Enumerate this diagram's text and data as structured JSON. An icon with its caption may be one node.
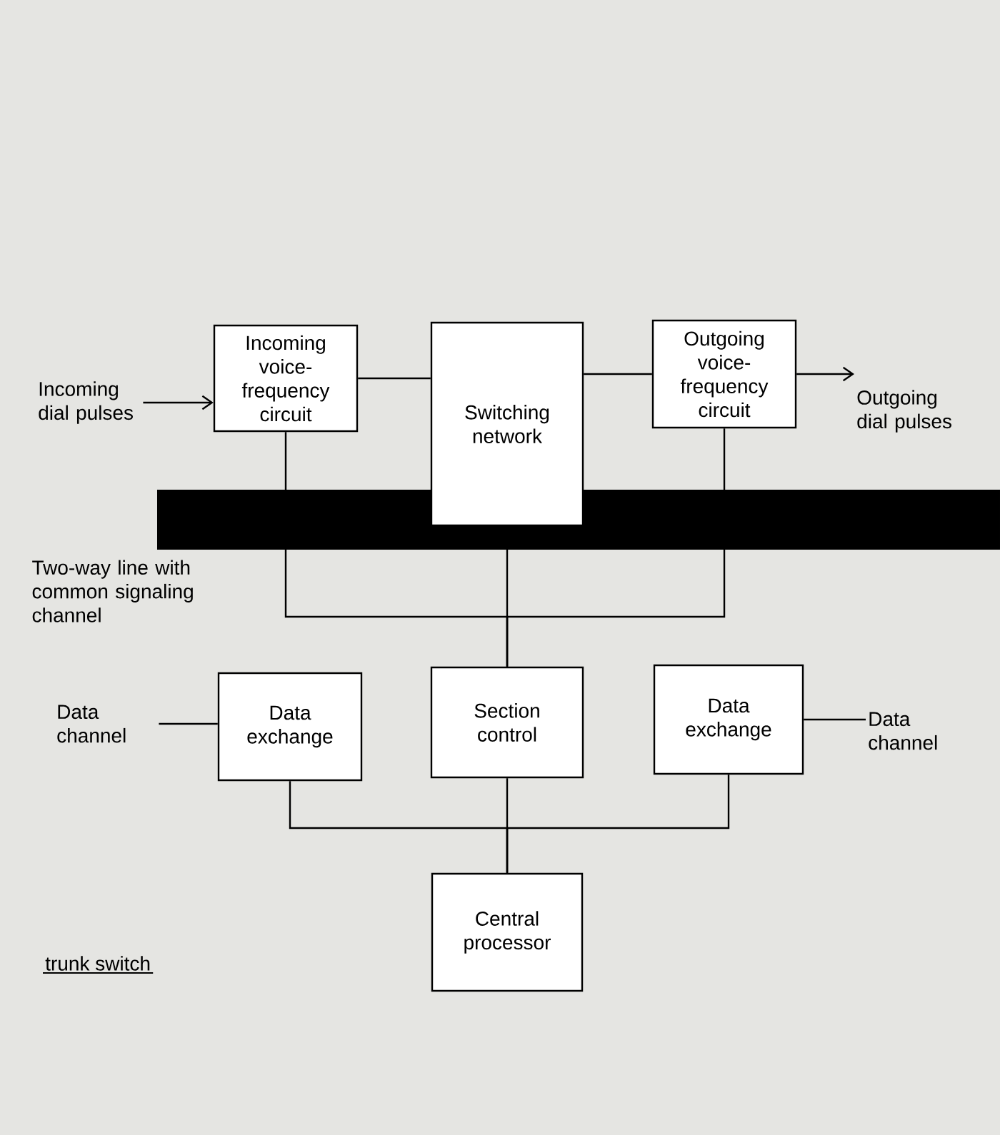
{
  "diagram": {
    "caption": "trunk switch",
    "nodes": [
      {
        "text": [
          "Incoming voice-frequency circuit"
        ]
      },
      {
        "text": [
          "Switching network"
        ]
      },
      {
        "text": [
          "Outgoing voice-frequency circuit"
        ]
      },
      {
        "text": [
          "Data exchange"
        ]
      },
      {
        "text": [
          "Section control"
        ]
      },
      {
        "text": [
          "Data exchange"
        ]
      },
      {
        "text": [
          "Central processor"
        ]
      },
      {
        "text": [
          "Incoming dial pulses"
        ]
      },
      {
        "text": [
          "Outgoing dial pulses"
        ]
      },
      {
        "text": [
          "Data channel"
        ]
      },
      {
        "text": [
          "Data channel"
        ]
      }
    ],
    "labels": [
      "Two-way line with common signaling channel"
    ],
    "edges": [
      {
        "from": 7,
        "to": 0,
        "arrow": "to"
      },
      {
        "from": 0,
        "to": 1,
        "arrow": "none"
      },
      {
        "from": 1,
        "to": 2,
        "arrow": "none"
      },
      {
        "from": 2,
        "to": 8,
        "arrow": "to"
      },
      {
        "from": 0,
        "to": 4,
        "arrow": "none"
      },
      {
        "from": 1,
        "to": 4,
        "arrow": "none"
      },
      {
        "from": 2,
        "to": 4,
        "arrow": "none"
      },
      {
        "from": 3,
        "to": 6,
        "arrow": "none"
      },
      {
        "from": 4,
        "to": 6,
        "arrow": "none"
      },
      {
        "from": 5,
        "to": 6,
        "arrow": "none"
      },
      {
        "from": 9,
        "to": 3,
        "arrow": "none"
      },
      {
        "from": 5,
        "to": 10,
        "arrow": "none"
      }
    ]
  }
}
